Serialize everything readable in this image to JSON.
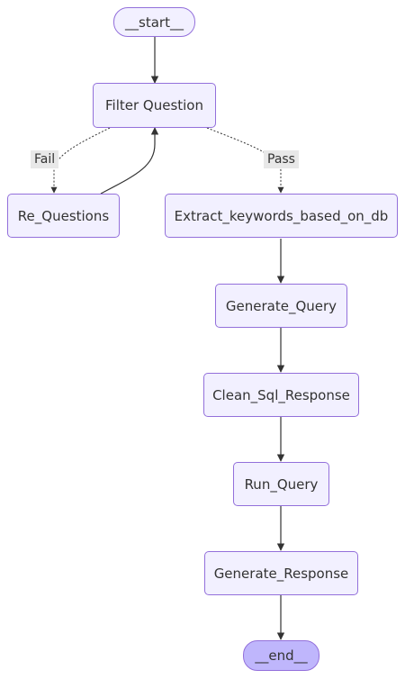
{
  "nodes": {
    "start": "__start__",
    "filter_question": "Filter Question",
    "re_questions": "Re_Questions",
    "extract_keywords": "Extract_keywords_based_on_db",
    "generate_query": "Generate_Query",
    "clean_sql_response": "Clean_Sql_Response",
    "run_query": "Run_Query",
    "generate_response": "Generate_Response",
    "end": "__end__"
  },
  "edge_labels": {
    "fail": "Fail",
    "pass": "Pass"
  },
  "colors": {
    "node_fill": "#f2f0ff",
    "node_border": "#9370db",
    "end_fill": "#bfb6fc",
    "edge": "#333333",
    "label_bg": "#e8e8e8"
  }
}
